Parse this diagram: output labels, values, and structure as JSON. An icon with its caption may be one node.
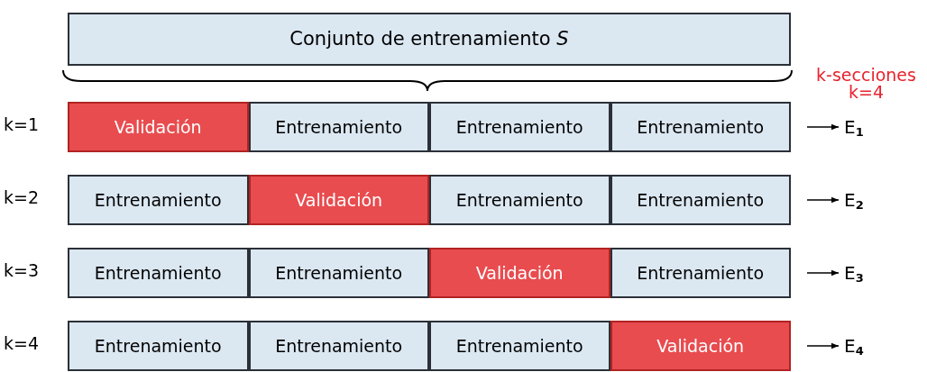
{
  "diagram": {
    "nodes": [
      {
        "text": [
          "Conjunto de entrenamiento *S*"
        ]
      },
      {
        "text": [
          "Validación"
        ]
      },
      {
        "text": [
          "Entrenamiento"
        ]
      },
      {
        "text": [
          "Entrenamiento"
        ]
      },
      {
        "text": [
          "Entrenamiento"
        ]
      },
      {
        "text": [
          "E$_{1}$"
        ]
      },
      {
        "text": [
          "Entrenamiento"
        ]
      },
      {
        "text": [
          "Validación"
        ]
      },
      {
        "text": [
          "Entrenamiento"
        ]
      },
      {
        "text": [
          "Entrenamiento"
        ]
      },
      {
        "text": [
          "E$_{2}$"
        ]
      },
      {
        "text": [
          "Entrenamiento"
        ]
      },
      {
        "text": [
          "Entrenamiento"
        ]
      },
      {
        "text": [
          "Validación"
        ]
      },
      {
        "text": [
          "Entrenamiento"
        ]
      },
      {
        "text": [
          "E$_{3}$"
        ]
      },
      {
        "text": [
          "Entrenamiento"
        ]
      },
      {
        "text": [
          "Entrenamiento"
        ]
      },
      {
        "text": [
          "Entrenamiento"
        ]
      },
      {
        "text": [
          "Validación"
        ]
      },
      {
        "text": [
          "E$_{4}$"
        ]
      }
    ],
    "edges": [
      {
        "from": null,
        "to": 5,
        "arrow": "to"
      },
      {
        "from": null,
        "to": 10,
        "arrow": "to"
      },
      {
        "from": null,
        "to": 15,
        "arrow": "to"
      },
      {
        "from": null,
        "to": 20,
        "arrow": "to"
      }
    ],
    "labels": [
      "k-secciones",
      "k=4",
      "k=1",
      "k=2",
      "k=3",
      "k=4"
    ]
  }
}
